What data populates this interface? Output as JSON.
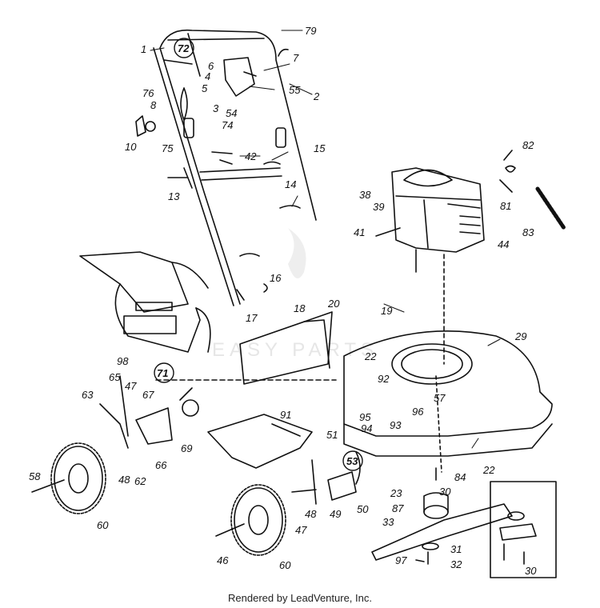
{
  "footer": "Rendered by LeadVenture, Inc.",
  "watermark": "EASY PARTS",
  "callouts": [
    "1",
    "2",
    "3",
    "4",
    "5",
    "6",
    "7",
    "8",
    "10",
    "13",
    "14",
    "15",
    "16",
    "17",
    "18",
    "19",
    "20",
    "22",
    "22",
    "23",
    "29",
    "30",
    "30",
    "31",
    "32",
    "33",
    "38",
    "39",
    "41",
    "42",
    "44",
    "46",
    "47",
    "47",
    "48",
    "48",
    "49",
    "50",
    "51",
    "53",
    "54",
    "55",
    "57",
    "58",
    "60",
    "60",
    "62",
    "63",
    "65",
    "66",
    "67",
    "69",
    "71",
    "72",
    "74",
    "75",
    "76",
    "79",
    "81",
    "82",
    "83",
    "84",
    "87",
    "91",
    "92",
    "93",
    "94",
    "95",
    "96",
    "97",
    "98"
  ]
}
